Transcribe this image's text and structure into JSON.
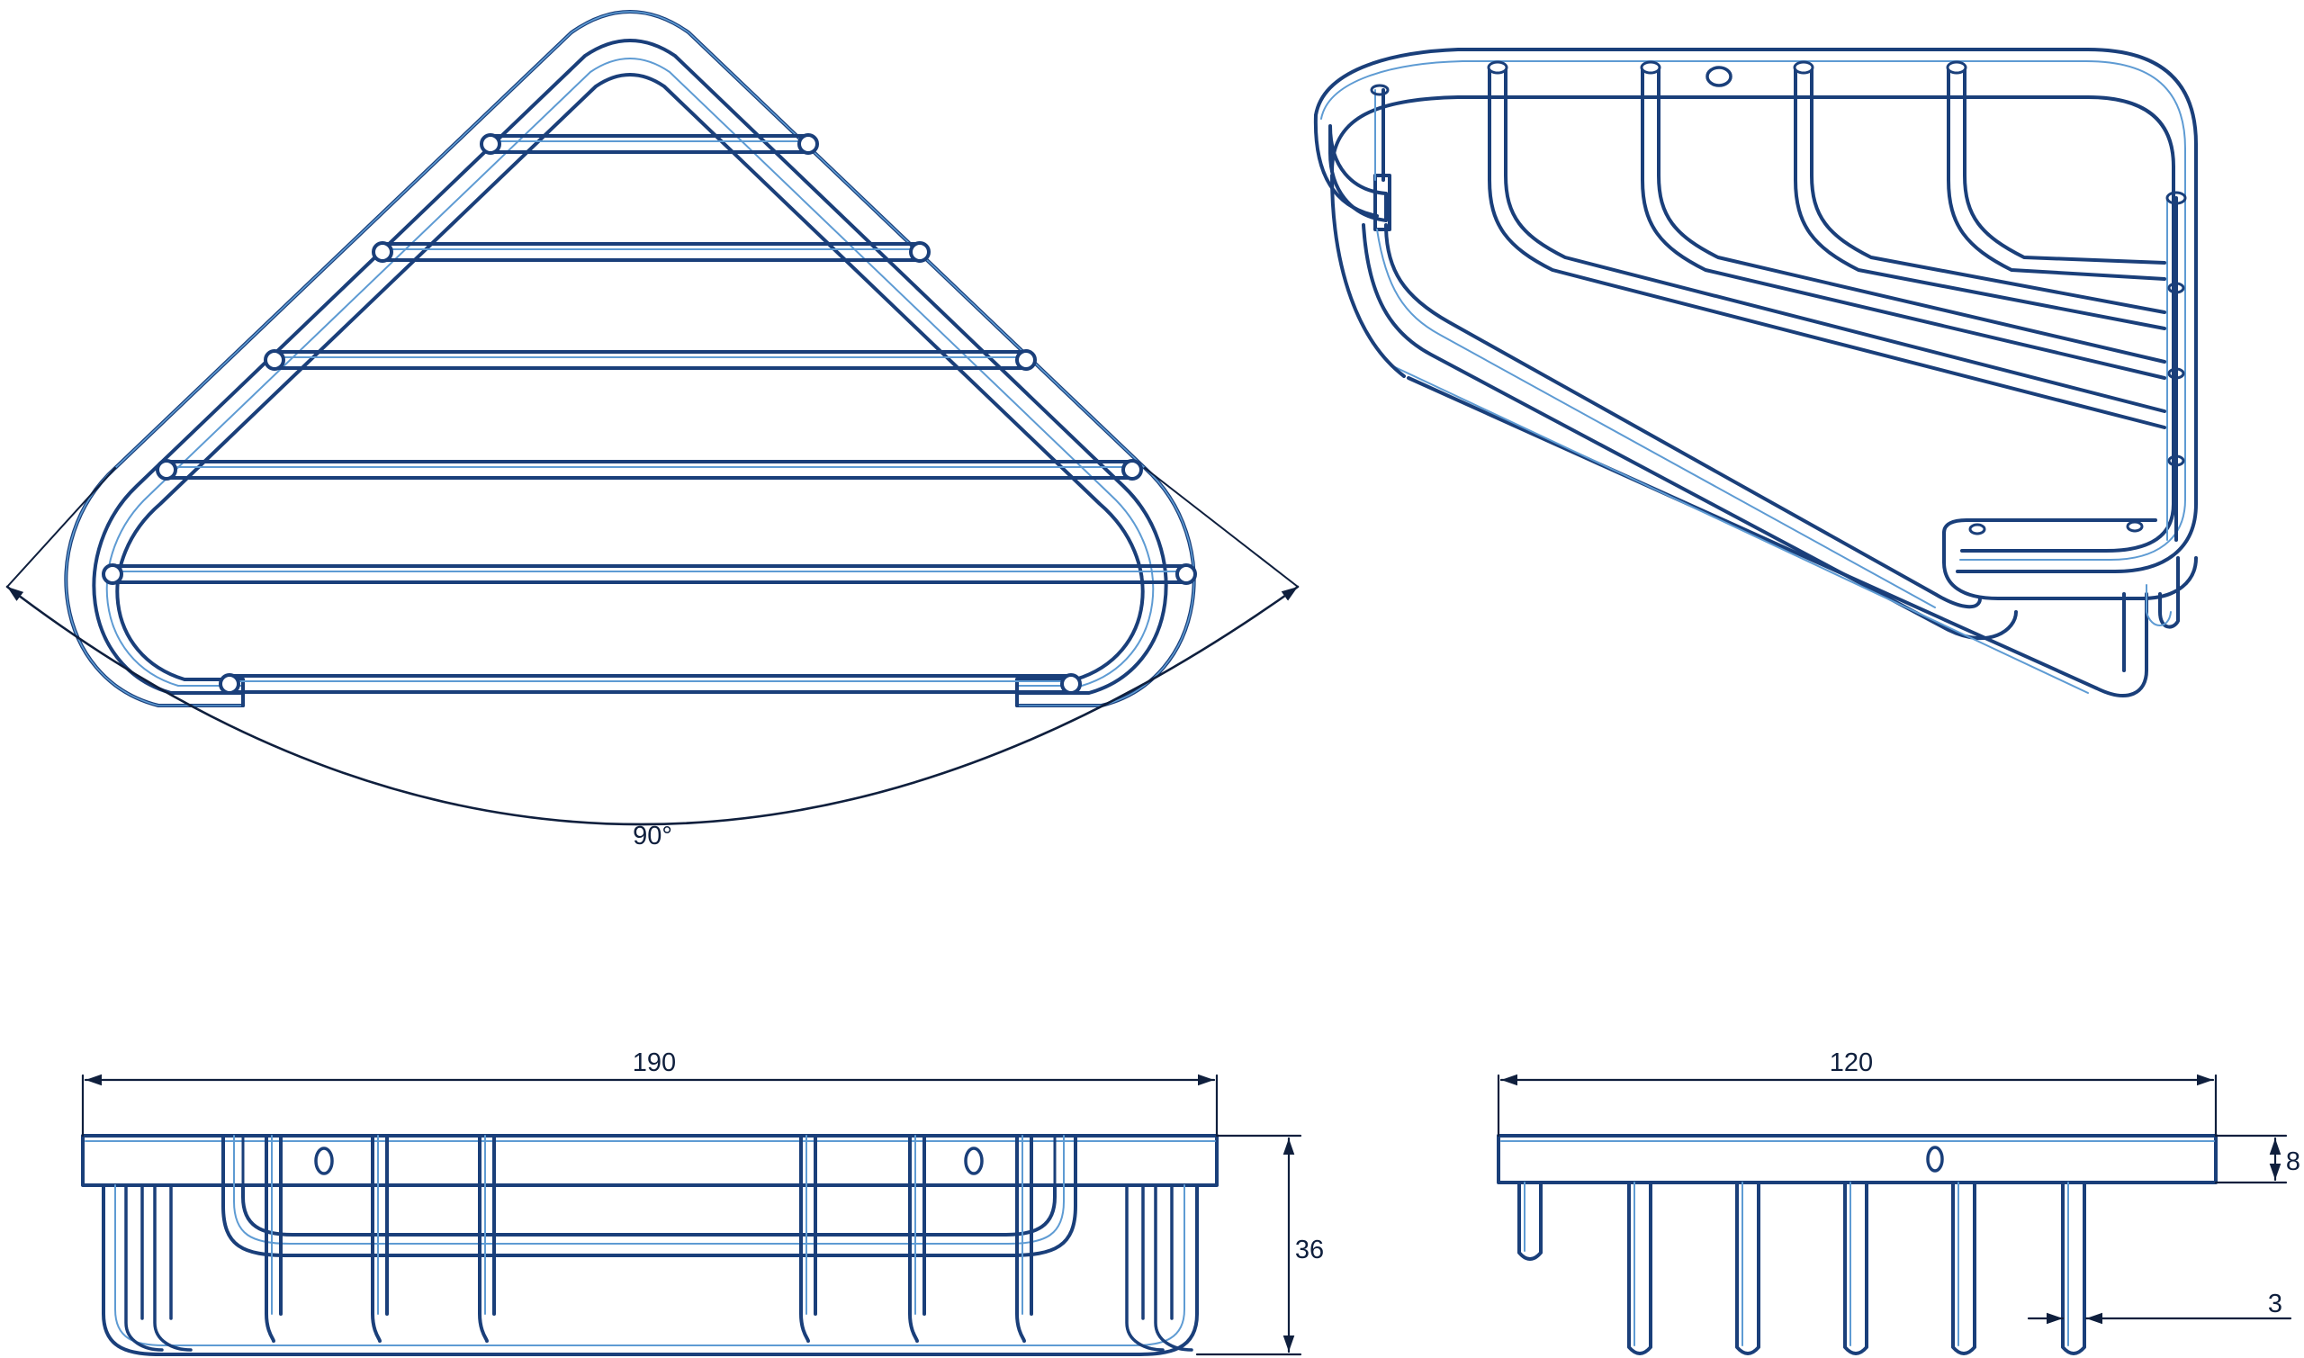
{
  "colors": {
    "outline_outer": "#1a3f7a",
    "outline_inner": "#5e9bd3",
    "dimension": "#0f1f3d",
    "background": "#ffffff"
  },
  "dimensions": {
    "angle": "90°",
    "width": "190",
    "depth": "120",
    "height": "36",
    "rail_height": "8",
    "wire_gap": "3"
  }
}
